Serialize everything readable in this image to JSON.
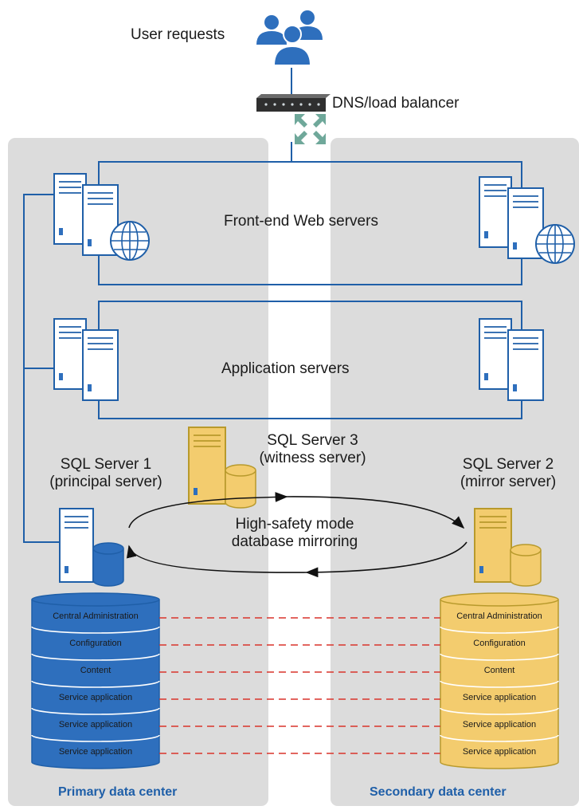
{
  "labels": {
    "user_requests": "User requests",
    "dns": "DNS/load balancer",
    "front_end": "Front-end Web servers",
    "app_servers": "Application servers",
    "sql1_line1": "SQL Server 1",
    "sql1_line2": "(principal server)",
    "sql3_line1": "SQL Server 3",
    "sql3_line2": "(witness server)",
    "sql2_line1": "SQL Server 2",
    "sql2_line2": "(mirror server)",
    "mirroring_line1": "High-safety mode",
    "mirroring_line2": "database mirroring",
    "primary": "Primary data center",
    "secondary": "Secondary data center"
  },
  "databases": {
    "primary": [
      "Central Administration",
      "Configuration",
      "Content",
      "Service application",
      "Service application",
      "Service application"
    ],
    "secondary": [
      "Central Administration",
      "Configuration",
      "Content",
      "Service application",
      "Service application",
      "Service application"
    ]
  },
  "colors": {
    "zone": "#dcdcdc",
    "line": "#1f5fa8",
    "primary_db": "#2e6fbd",
    "secondary_db": "#f3cc6e",
    "mirror_link": "#d9342b"
  },
  "icons": [
    "users-icon",
    "router-icon",
    "server-icon",
    "globe-icon",
    "database-icon"
  ]
}
